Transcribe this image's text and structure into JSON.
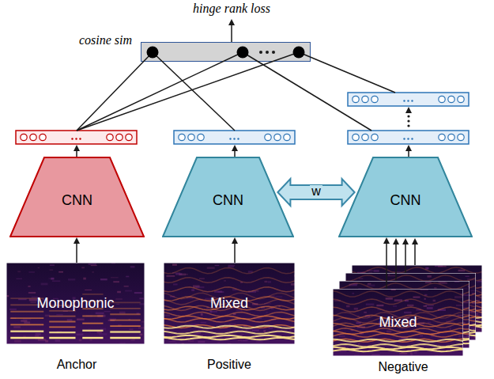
{
  "diagram": {
    "nodes": [
      {
        "text": [
          "cosine sim"
        ]
      },
      {
        "text": [
          "CNN"
        ]
      },
      {
        "text": [
          "CNN"
        ]
      },
      {
        "text": [
          "CNN"
        ]
      },
      {
        "text": [
          "Monophonic"
        ]
      },
      {
        "text": [
          "Mixed"
        ]
      },
      {
        "text": [
          "Mixed"
        ]
      }
    ],
    "edges": [
      {
        "from": 4,
        "to": 1,
        "arrow": "to"
      },
      {
        "from": 5,
        "to": 2,
        "arrow": "to"
      },
      {
        "from": 6,
        "to": 3,
        "arrow": "to"
      },
      {
        "from": 2,
        "to": 3,
        "label": "w",
        "arrow": "both"
      }
    ],
    "labels": [
      "hinge rank loss",
      "Anchor",
      "Positive",
      "Negative"
    ]
  }
}
